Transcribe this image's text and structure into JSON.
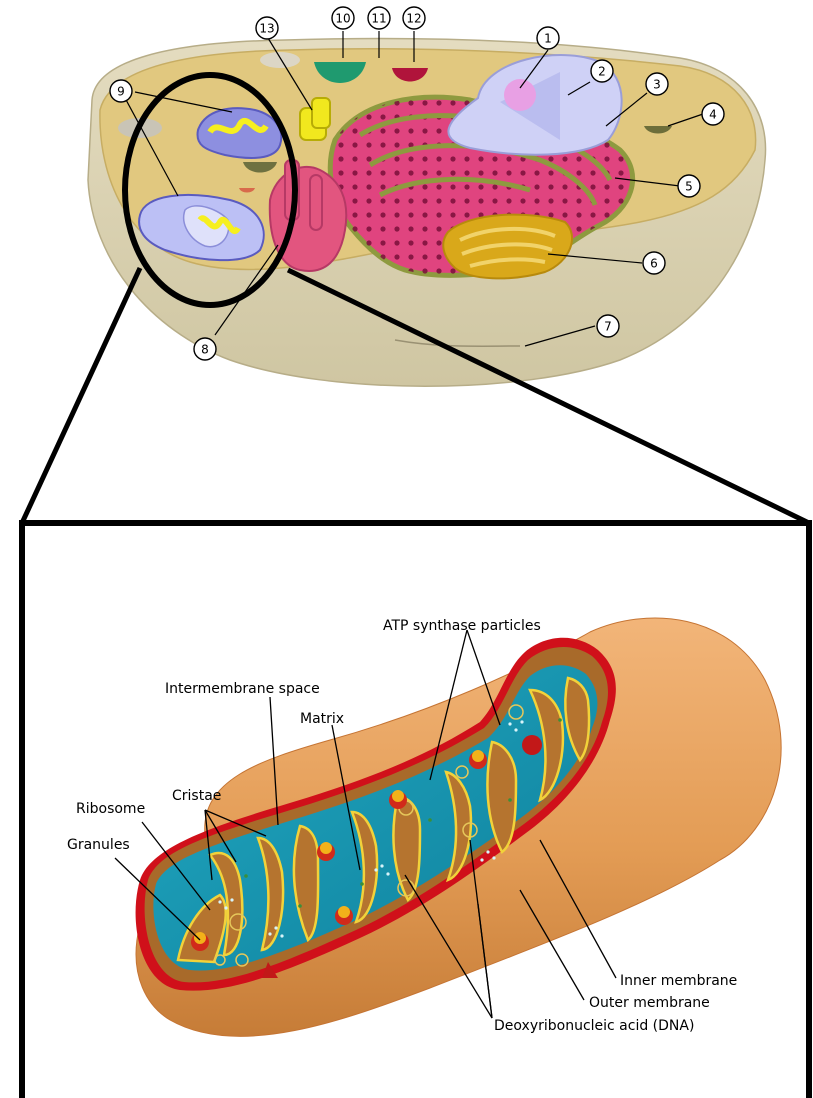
{
  "cell_callouts": [
    "1",
    "2",
    "3",
    "4",
    "5",
    "6",
    "7",
    "8",
    "9",
    "10",
    "11",
    "12",
    "13"
  ],
  "mitochondrion_labels": {
    "atp_synthase": "ATP synthase particles",
    "intermembrane_space": "Intermembrane space",
    "matrix": "Matrix",
    "cristae": "Cristae",
    "ribosome": "Ribosome",
    "granules": "Granules",
    "inner_membrane": "Inner membrane",
    "outer_membrane": "Outer membrane",
    "dna": "Deoxyribonucleic acid (DNA)"
  }
}
